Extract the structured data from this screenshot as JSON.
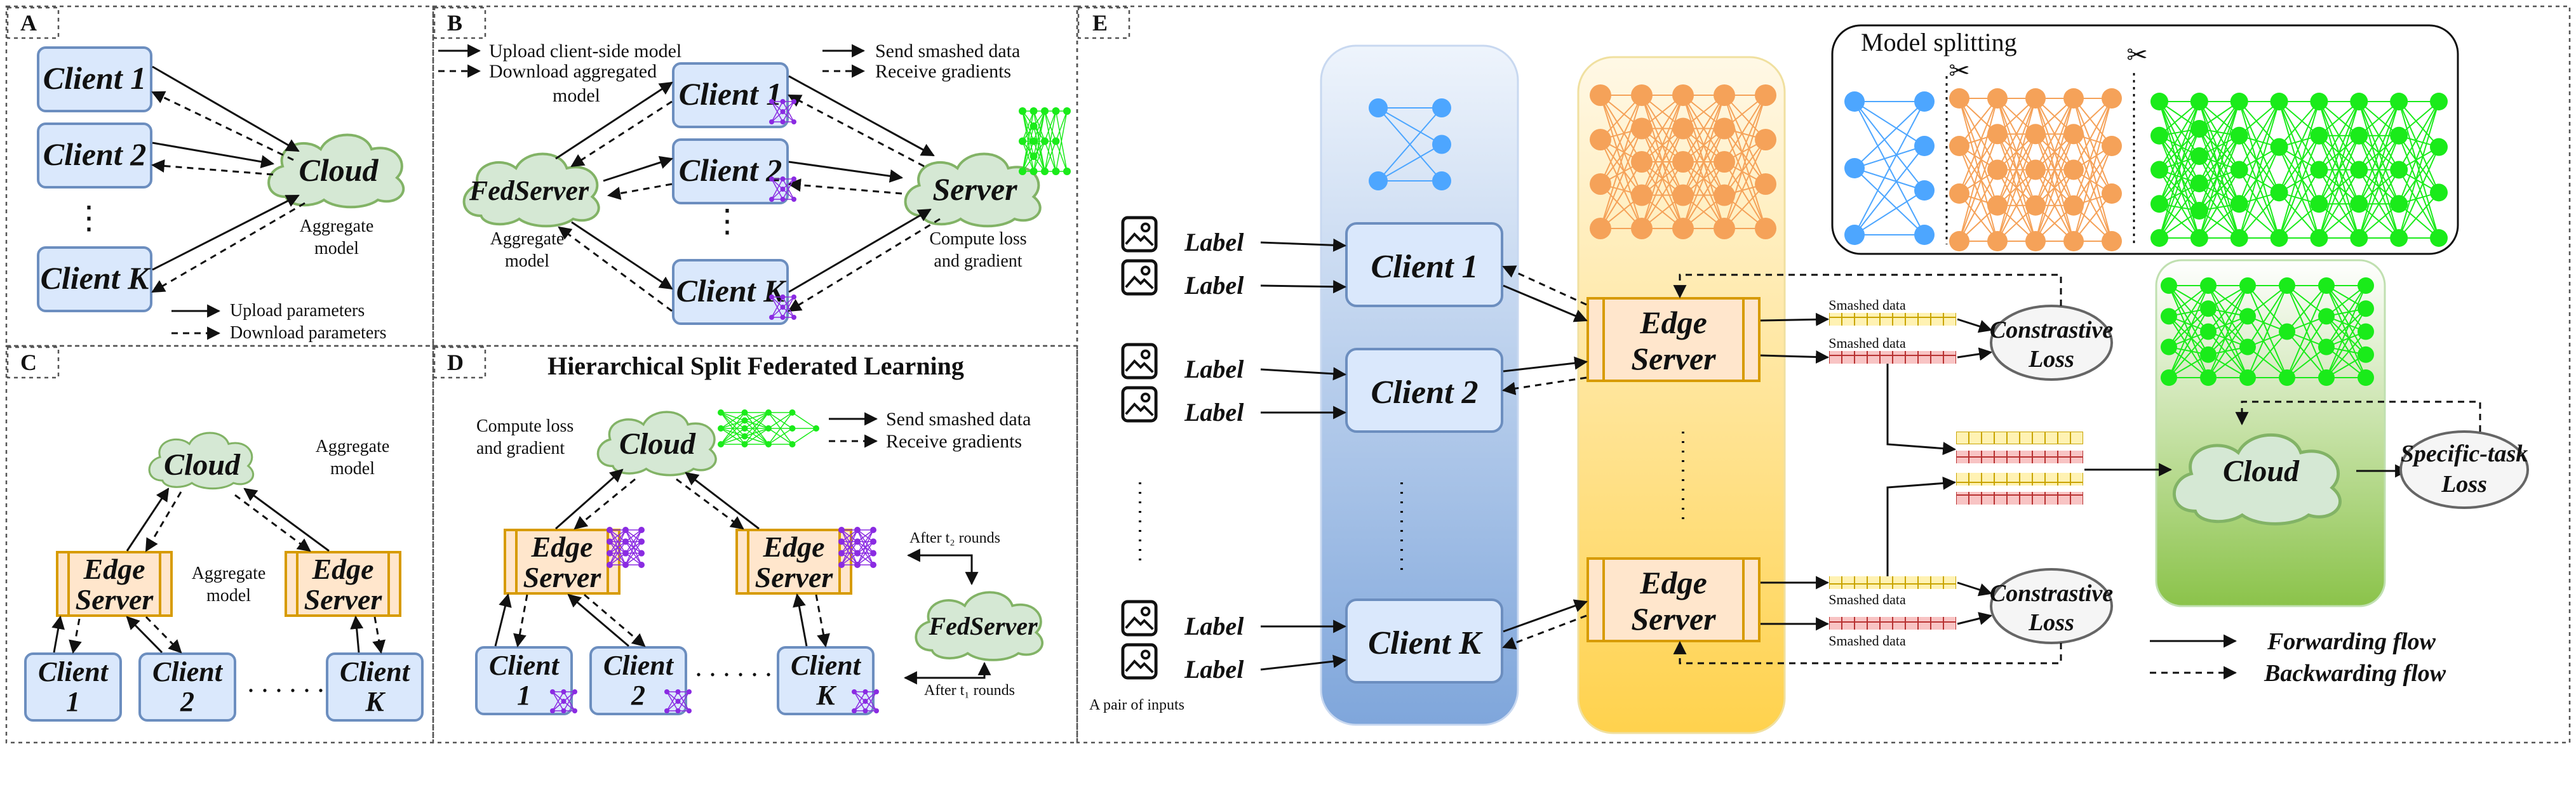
{
  "panels": {
    "a": "A",
    "b": "B",
    "c": "C",
    "d": "D",
    "e": "E"
  },
  "labels": {
    "client1": "Client 1",
    "client2": "Client 2",
    "clientK": "Client K",
    "cloud": "Cloud",
    "server": "Server",
    "fedserver_b": "FedServer",
    "fedserver_d": "FedServer",
    "edge": "Edge",
    "server_word": "Server",
    "c_client": "Client",
    "c1": "1",
    "c2": "2",
    "cK": "K"
  },
  "panel_a": {
    "aggregate": "Aggregate",
    "model": "model",
    "upload": "Upload parameters",
    "download": "Download parameters"
  },
  "panel_b": {
    "upload_model": "Upload client-side model",
    "download_agg": "Download aggregated",
    "model": "model",
    "aggregate": "Aggregate",
    "model2": "model",
    "send": "Send smashed data",
    "receive": "Receive gradients",
    "compute": "Compute loss",
    "and_gradient": "and gradient"
  },
  "panel_c": {
    "aggregate": "Aggregate",
    "model": "model"
  },
  "panel_d": {
    "title": "Hierarchical Split Federated Learning",
    "compute": "Compute loss",
    "and_gradient": "and gradient",
    "send": "Send smashed data",
    "receive": "Receive gradients",
    "after_t2": "After t₂ rounds",
    "after_t1": "After t₁ rounds"
  },
  "panel_e": {
    "model_splitting": "Model splitting",
    "label": "Label",
    "pair": "A pair of inputs",
    "smashed": "Smashed data",
    "contrastive": "Constrastive",
    "loss": "Loss",
    "specific_task": "Specific-task",
    "forwarding": "Forwarding flow",
    "backwarding": "Backwarding flow"
  },
  "colors": {
    "client": "#dae8fc",
    "edge": "#ffe6cc",
    "cloud": "#d5e8d4",
    "nn_blue": "#4da6ff",
    "nn_orange": "#f5a259",
    "nn_green": "#1aeb1a",
    "nn_purple": "#8a2be2"
  },
  "icons": [
    "image-icon",
    "neural-network-icon",
    "cloud-shape",
    "scissors-icon"
  ]
}
